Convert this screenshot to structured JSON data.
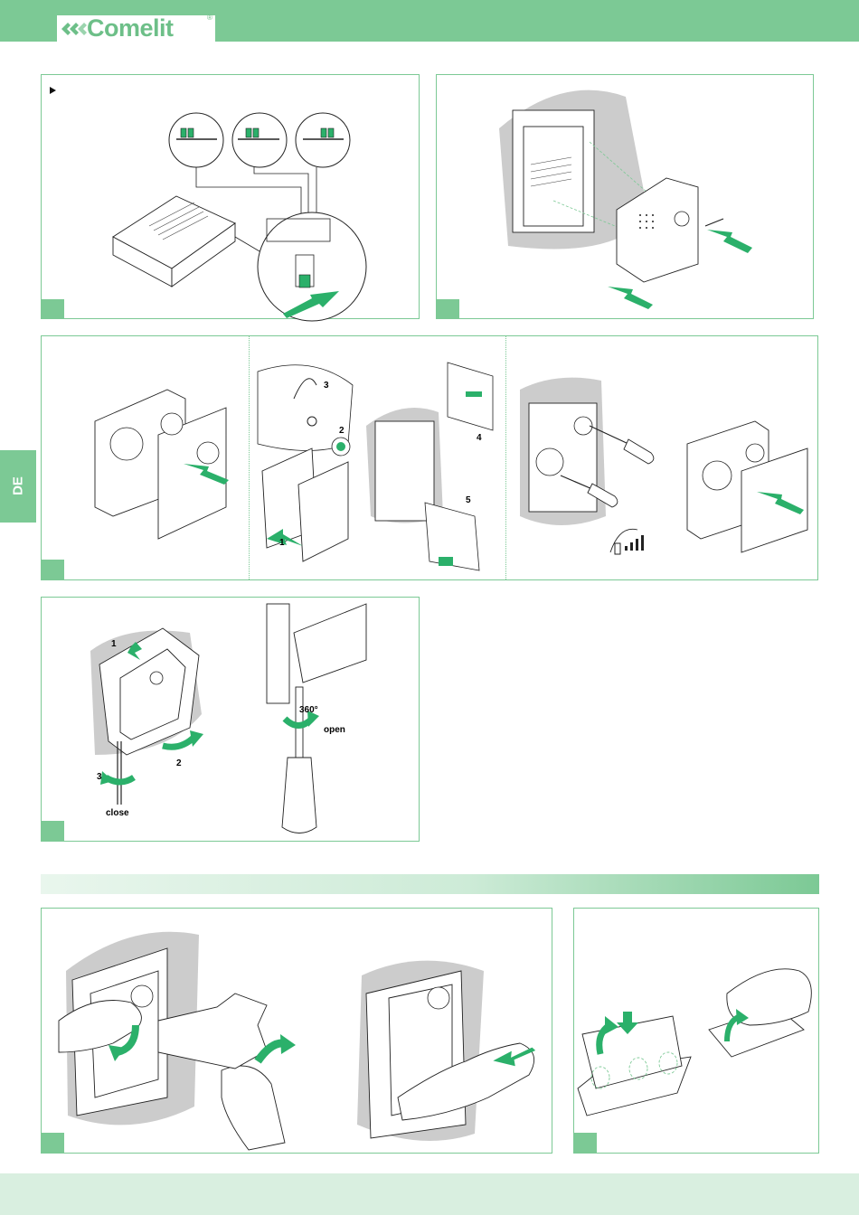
{
  "header": {
    "brand": "Comelit",
    "registered": "®"
  },
  "side_tab": {
    "label": "DE"
  },
  "fig3": {
    "labels": {
      "n1": "1",
      "n2": "2",
      "n3": "3",
      "n4": "4",
      "n5": "5"
    }
  },
  "fig4": {
    "labels": {
      "n1": "1",
      "n2": "2",
      "n3": "3",
      "close": "close",
      "deg": "360°",
      "open": "open"
    }
  },
  "colors": {
    "accent": "#7cc995",
    "arrow": "#2bb06a",
    "shadow": "#cccccc"
  },
  "icons": [
    "logo-mark-icon",
    "play-icon",
    "screwdriver-icon",
    "green-arrow-icon",
    "speaker-icon",
    "volume-icon",
    "hand-icon"
  ]
}
